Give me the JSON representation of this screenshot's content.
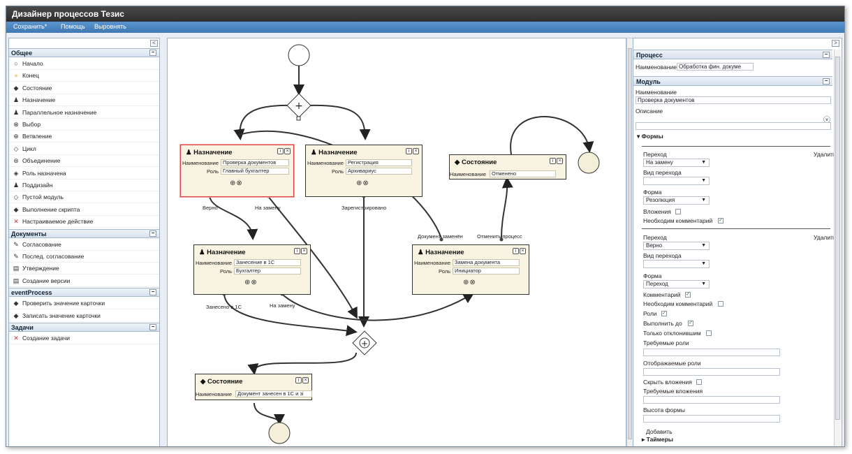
{
  "window": {
    "title": "Дизайнер процессов Тезис"
  },
  "menu": {
    "save": "Сохранить*",
    "help": "Помощь",
    "align": "Выровнять"
  },
  "palette": {
    "groups": [
      {
        "title": "Общее",
        "items": [
          {
            "icon": "circle-icon",
            "glyph": "○",
            "label": "Начало"
          },
          {
            "icon": "end-circle-icon",
            "glyph": "●",
            "label": "Конец"
          },
          {
            "icon": "state-icon",
            "glyph": "◆",
            "label": "Состояние"
          },
          {
            "icon": "person-icon",
            "glyph": "♟",
            "label": "Назначение"
          },
          {
            "icon": "persons-icon",
            "glyph": "♟",
            "label": "Параллельное назначение"
          },
          {
            "icon": "choice-icon",
            "glyph": "⊗",
            "label": "Выбор"
          },
          {
            "icon": "fork-icon",
            "glyph": "⊕",
            "label": "Ветвление"
          },
          {
            "icon": "loop-icon",
            "glyph": "◇",
            "label": "Цикл"
          },
          {
            "icon": "join-icon",
            "glyph": "⊛",
            "label": "Объединение"
          },
          {
            "icon": "role-icon",
            "glyph": "◈",
            "label": "Роль назначена"
          },
          {
            "icon": "subdesign-icon",
            "glyph": "♟",
            "label": "Поддизайн"
          },
          {
            "icon": "empty-module-icon",
            "glyph": "◇",
            "label": "Пустой модуль"
          },
          {
            "icon": "script-icon",
            "glyph": "◆",
            "label": "Выполнение скрипта"
          },
          {
            "icon": "custom-action-icon",
            "glyph": "✕",
            "label": "Настраиваемое действие"
          }
        ]
      },
      {
        "title": "Документы",
        "items": [
          {
            "icon": "approval-icon",
            "glyph": "✎",
            "label": "Согласование"
          },
          {
            "icon": "seq-approval-icon",
            "glyph": "✎",
            "label": "Послед. согласование"
          },
          {
            "icon": "confirm-icon",
            "glyph": "▤",
            "label": "Утверждение"
          },
          {
            "icon": "version-icon",
            "glyph": "▤",
            "label": "Создание версии"
          }
        ]
      },
      {
        "title": "eventProcess",
        "items": [
          {
            "icon": "check-value-icon",
            "glyph": "◆",
            "label": "Проверить значение карточки"
          },
          {
            "icon": "write-value-icon",
            "glyph": "◆",
            "label": "Записать значение карточки"
          }
        ]
      },
      {
        "title": "Задачи",
        "items": [
          {
            "icon": "create-task-icon",
            "glyph": "✕",
            "label": "Создание задачи"
          }
        ]
      }
    ]
  },
  "diagram": {
    "nodes": {
      "n1": {
        "title": "Назначение",
        "f1_label": "Наименование",
        "f1_value": "Проверка документов",
        "f2_label": "Роль",
        "f2_value": "Главный бухгалтер"
      },
      "n2": {
        "title": "Назначение",
        "f1_label": "Наименование",
        "f1_value": "Регистрация",
        "f2_label": "Роль",
        "f2_value": "Архивариус"
      },
      "n3": {
        "title": "Состояние",
        "f1_label": "Наименование",
        "f1_value": "Отменено"
      },
      "n4": {
        "title": "Назначение",
        "f1_label": "Наименование",
        "f1_value": "Занесение в 1С",
        "f2_label": "Роль",
        "f2_value": "Бухгалтер"
      },
      "n5": {
        "title": "Назначение",
        "f1_label": "Наименование",
        "f1_value": "Замена документа",
        "f2_label": "Роль",
        "f2_value": "Инициатор"
      },
      "n6": {
        "title": "Состояние",
        "f1_label": "Наименование",
        "f1_value": "Документ занесен в 1С и зі"
      }
    },
    "edge_labels": {
      "verno": "Верно",
      "na_zamenu1": "На замену",
      "registered": "Зарегистрировано",
      "doc_replaced": "Документ заменён",
      "cancel": "Отменить процесс",
      "entered": "Занесено в 1С",
      "na_zamenu2": "На замену"
    }
  },
  "properties": {
    "process_head": "Процесс",
    "process_name_label": "Наименование",
    "process_name_value": "Обработка фин. докуме",
    "module_head": "Модуль",
    "module_name_label": "Наименование",
    "module_name_value": "Проверка документов",
    "description_label": "Описание",
    "forms_label": "Формы",
    "t1": {
      "label": "Переход",
      "delete": "Удалить",
      "value": "На замену",
      "kind_label": "Вид перехода",
      "form_label": "Форма",
      "form_value": "Резолюция",
      "attach_label": "Вложения",
      "need_comment_label": "Необходим комментарий"
    },
    "t2": {
      "label": "Переход",
      "delete": "Удалить",
      "value": "Верно",
      "kind_label": "Вид перехода",
      "form_label": "Форма",
      "form_value": "Переход",
      "comment_label": "Комментарий",
      "need_comment_label": "Необходим комментарий",
      "roles_label": "Роли",
      "do_until_label": "Выполнить до",
      "only_rejected_label": "Только отклонившим",
      "required_roles_label": "Требуемые роли",
      "displayed_roles_label": "Отображаемые роли",
      "hide_attach_label": "Скрыть вложения",
      "required_attach_label": "Требуемые вложения",
      "form_height_label": "Высота формы"
    },
    "add_label": "Добавить",
    "timers_label": "Таймеры"
  }
}
